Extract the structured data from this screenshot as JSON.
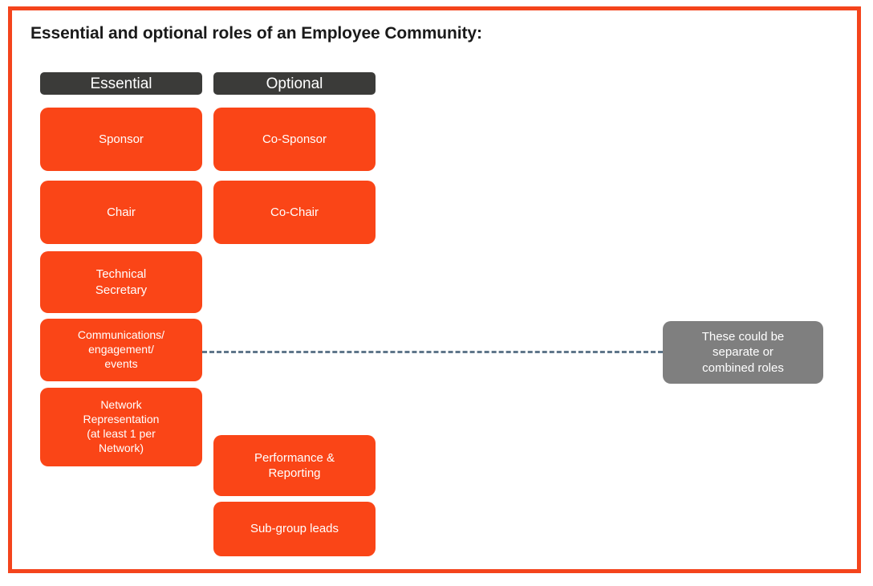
{
  "frame": {
    "border_color": "#f4441c"
  },
  "title": "Essential and optional roles of an Employee Community:",
  "columns": {
    "essential": {
      "header": "Essential",
      "header_bg": "#3b3b39",
      "box_color": "#fa4517",
      "items": [
        {
          "label": "Sponsor"
        },
        {
          "label": "Chair"
        },
        {
          "label": "Technical\nSecretary"
        },
        {
          "label": "Communications/\nengagement/\nevents"
        },
        {
          "label": "Network\nRepresentation\n(at least 1 per\nNetwork)"
        }
      ]
    },
    "optional": {
      "header": "Optional",
      "header_bg": "#3b3b39",
      "box_color": "#fa4517",
      "items": [
        {
          "label": "Co-Sponsor"
        },
        {
          "label": "Co-Chair"
        },
        {
          "label": "Performance &\nReporting"
        },
        {
          "label": "Sub-group leads"
        }
      ]
    }
  },
  "note": {
    "text": "These could be\nseparate or\ncombined roles",
    "bg": "#7f7f7f"
  },
  "connector": {
    "style": "dashed",
    "color": "#5f768a"
  }
}
